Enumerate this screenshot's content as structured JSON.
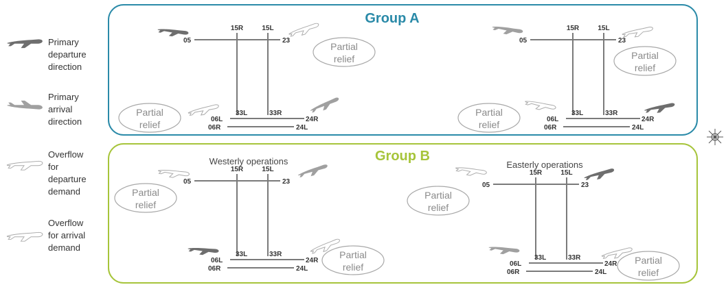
{
  "legend": {
    "primary_departure": [
      "Primary",
      "departure",
      "direction"
    ],
    "primary_arrival": [
      "Primary",
      "arrival",
      "direction"
    ],
    "overflow_departure": [
      "Overflow",
      "for",
      "departure",
      "demand"
    ],
    "overflow_arrival": [
      "Overflow",
      "for arrival",
      "demand"
    ]
  },
  "colors": {
    "group_a": "#2a8aa8",
    "group_b": "#a6c43a",
    "primary_departure": "#6e6e6e",
    "primary_arrival": "#a0a0a0",
    "overflow": "#ffffff",
    "runway": "#7a7a7a"
  },
  "group_a": {
    "title": "Group A"
  },
  "group_b": {
    "title": "Group B",
    "west_ops": "Westerly operations",
    "east_ops": "Easterly operations"
  },
  "runways": {
    "r05": "05",
    "r23": "23",
    "r15r": "15R",
    "r15l": "15L",
    "r33l": "33L",
    "r33r": "33R",
    "r06l": "06L",
    "r24r": "24R",
    "r06r": "06R",
    "r24l": "24L"
  },
  "relief": [
    "Partial",
    "relief"
  ],
  "compass_icon": "compass-rose-icon"
}
